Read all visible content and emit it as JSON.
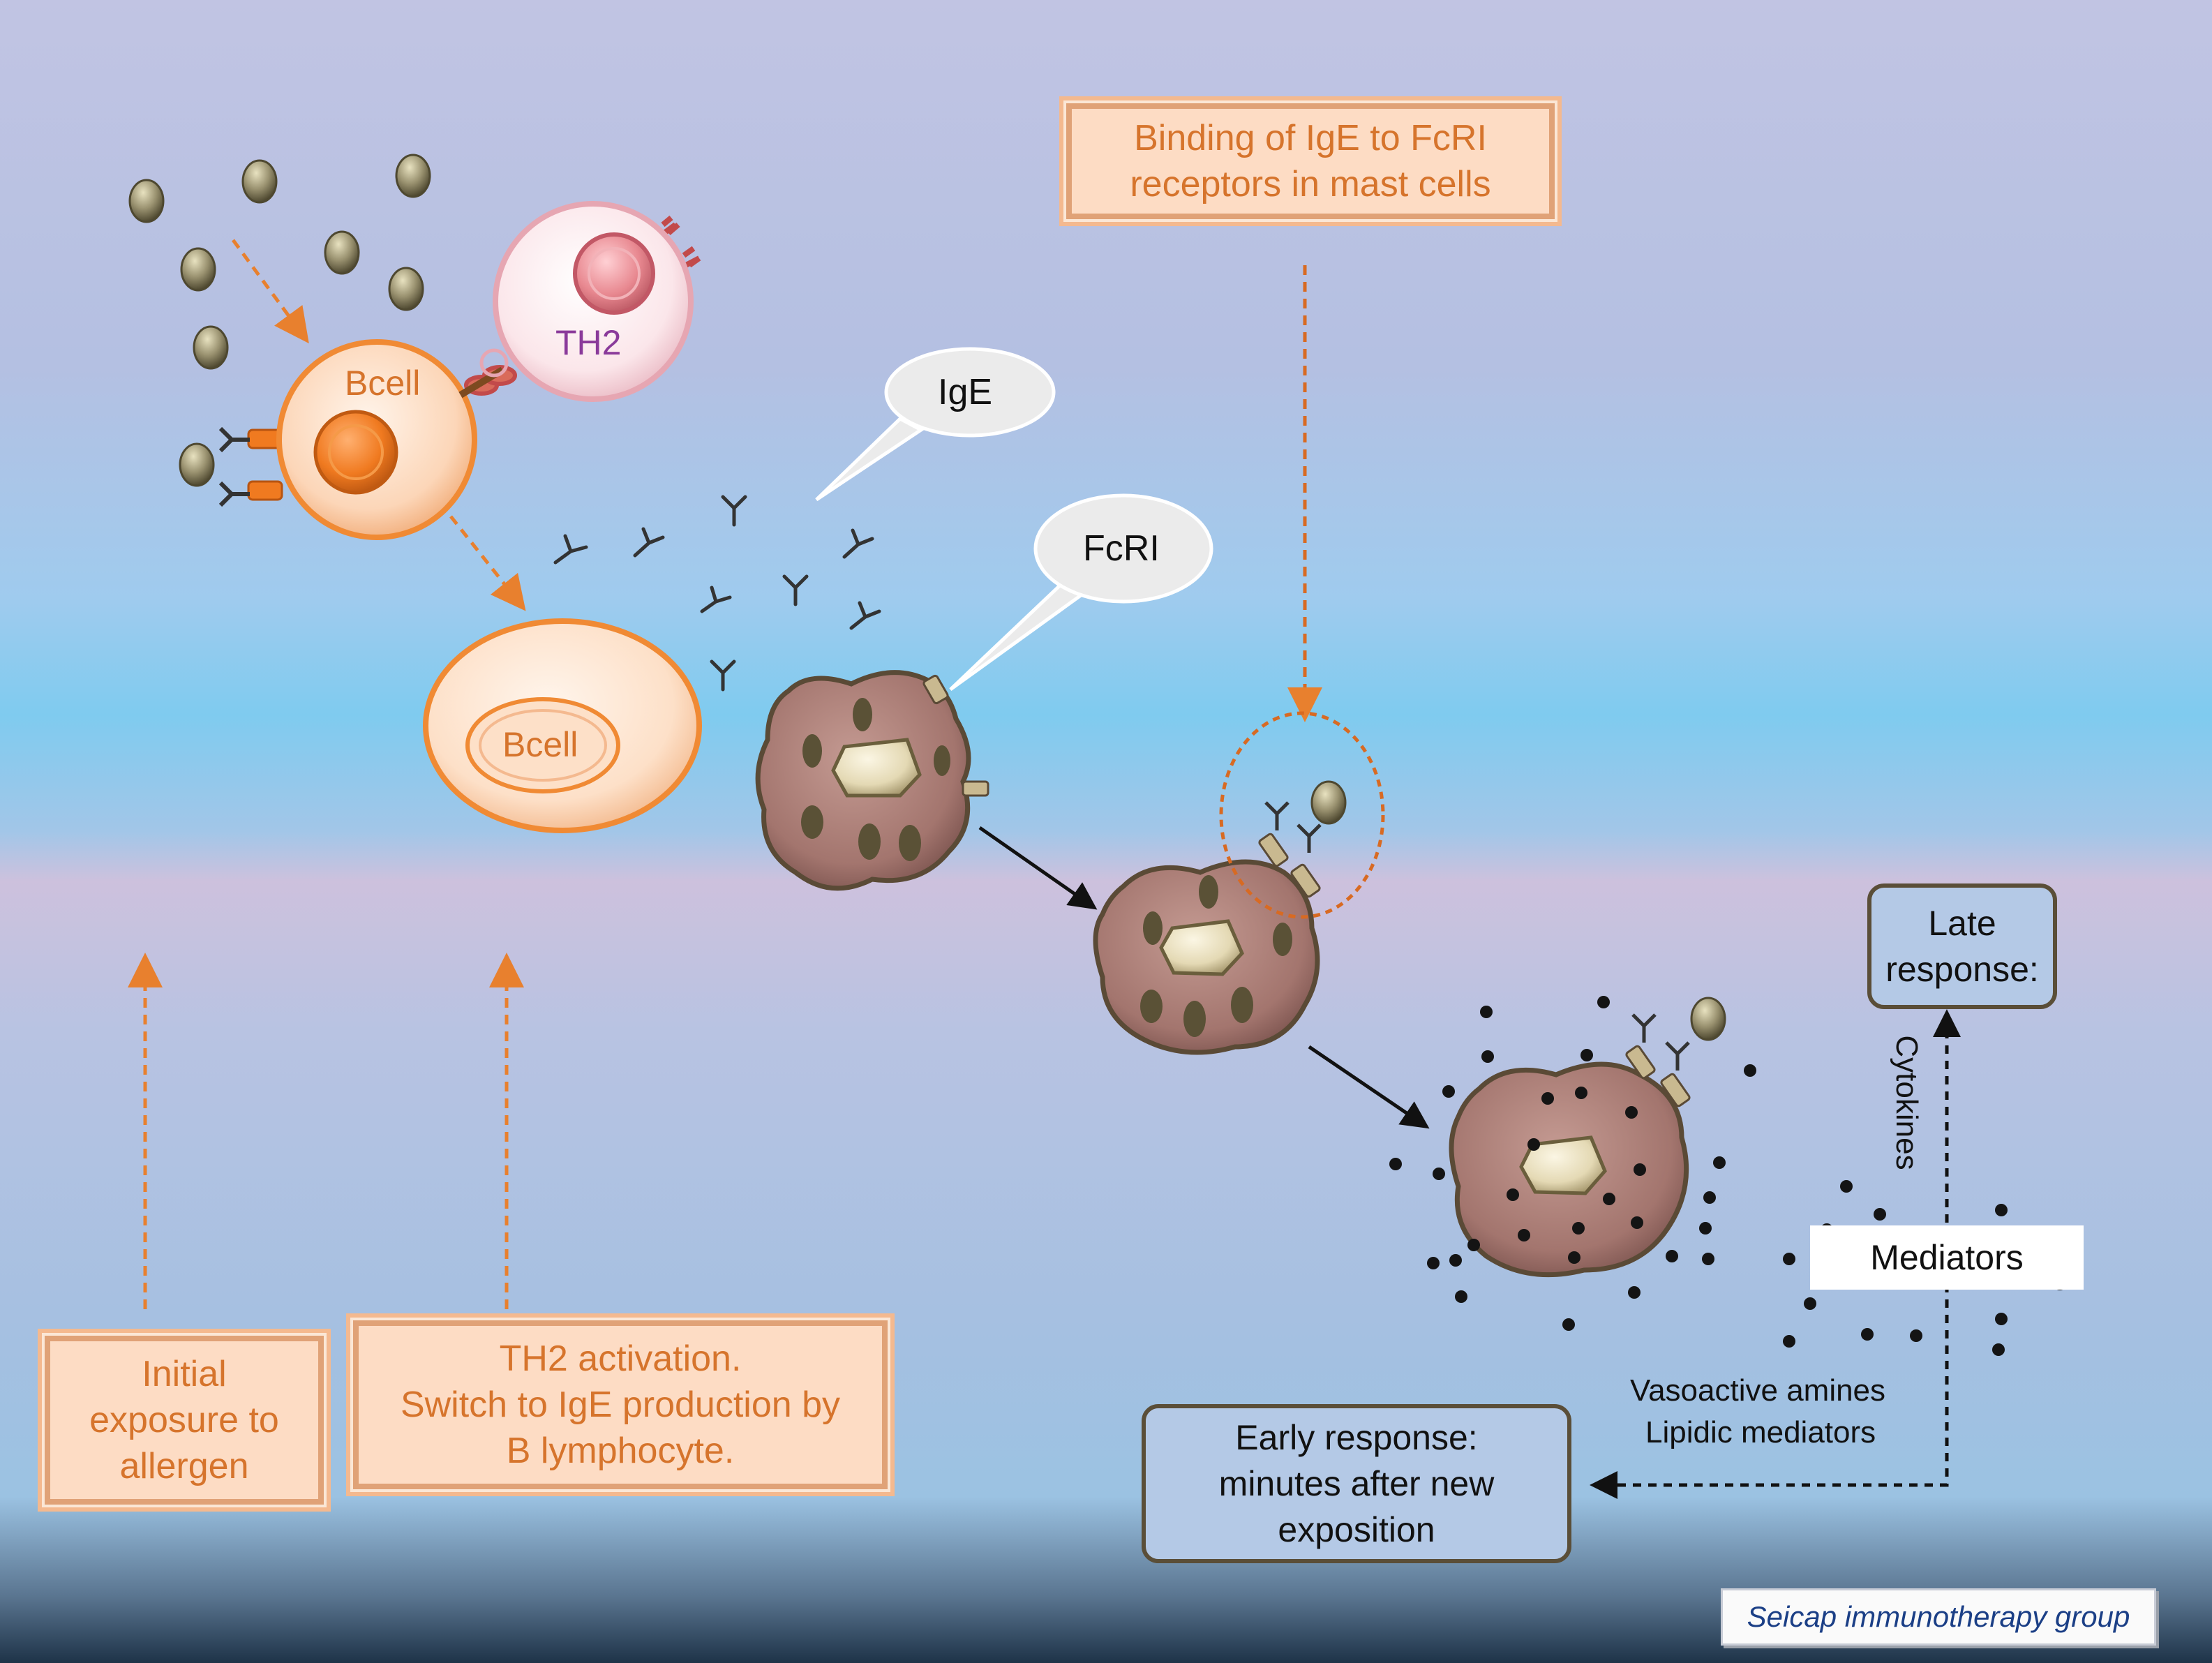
{
  "labels": {
    "bcell_top": "Bcell",
    "th2": "TH2",
    "bcell_plasma": "Bcell",
    "ige_bubble": "IgE",
    "fcri_bubble": "FcRI",
    "binding_box": [
      "Binding of IgE to FcRI",
      "receptors in mast cells"
    ],
    "initial_box": [
      "Initial",
      "exposure to",
      "allergen"
    ],
    "th2_box": [
      "TH2 activation.",
      "Switch to IgE production by",
      "B lymphocyte."
    ],
    "late_box": [
      "Late",
      "response:"
    ],
    "cytokines": "Cytokines",
    "mediators": "Mediators",
    "vasoactive": "Vasoactive amines",
    "lipidic": "Lipidic mediators",
    "early_box": [
      "Early response:",
      "minutes after new",
      "exposition"
    ],
    "credit": "Seicap immunotherapy group"
  },
  "colors": {
    "orange_text": "#d6742c",
    "orange_arrow": "#e8802e",
    "mast_cell": "#a3756e",
    "granule": "#5a5136",
    "allergen": "#8b8462"
  }
}
